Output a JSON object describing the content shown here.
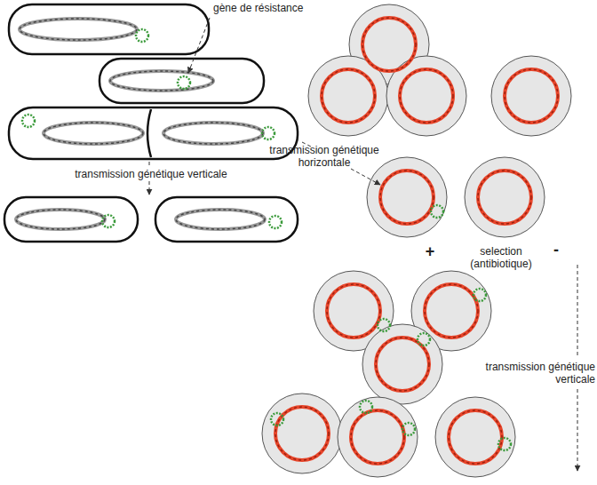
{
  "diagram": {
    "labels": [
      "gène de résistance",
      "transmission génétique verticale",
      "transmission génétique horizontale",
      "+",
      "selection (antibiotique)",
      "-",
      "transmission génétique verticale"
    ]
  }
}
